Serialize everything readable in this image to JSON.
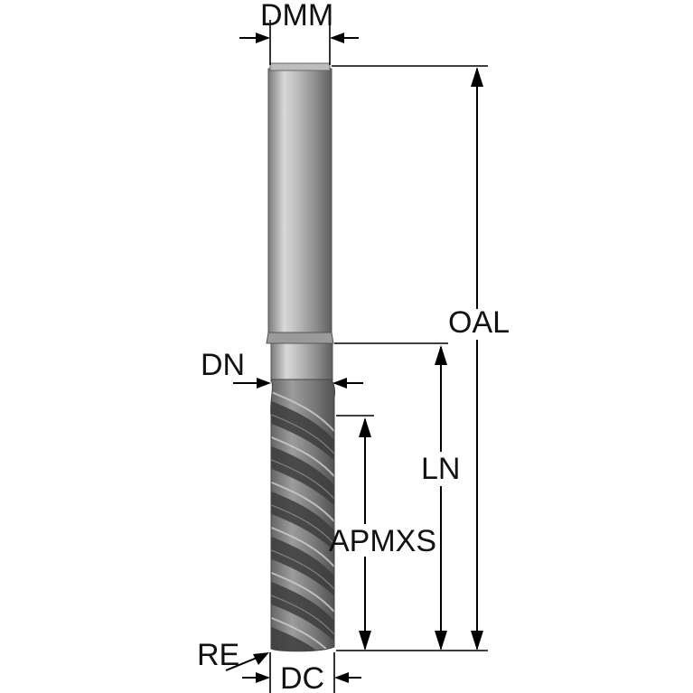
{
  "diagram": {
    "labels": {
      "dmm": "DMM",
      "oal": "OAL",
      "dn": "DN",
      "ln": "LN",
      "apmxs": "APMXS",
      "re": "RE",
      "dc": "DC"
    },
    "colors": {
      "line": "#000000",
      "text": "#111111",
      "shank_light": "#d9d9d9",
      "shank_dark": "#6d6d6d",
      "flute_dark": "#4a4a4a"
    }
  }
}
